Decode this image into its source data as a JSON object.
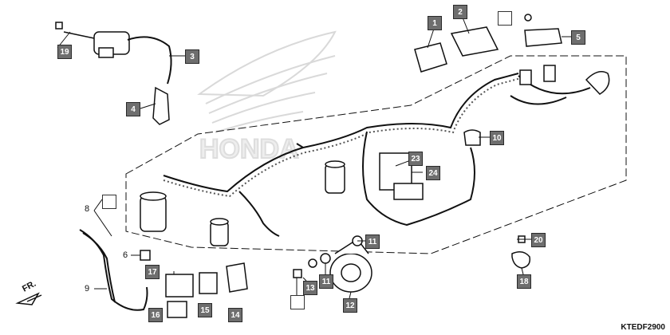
{
  "diagram": {
    "figure_code": "KTEDF2900",
    "direction_marker": "FR.",
    "callouts": {
      "c1": "1",
      "c2": "2",
      "c3": "3",
      "c4": "4",
      "c5": "5",
      "c10": "10",
      "c11a": "11",
      "c11b": "11",
      "c12": "12",
      "c13": "13",
      "c14": "14",
      "c15": "15",
      "c16": "16",
      "c17": "17",
      "c18": "18",
      "c19": "19",
      "c20": "20",
      "c23": "23",
      "c24": "24"
    },
    "plain_labels": {
      "p6": "6",
      "p8": "8",
      "p9": "9"
    }
  }
}
